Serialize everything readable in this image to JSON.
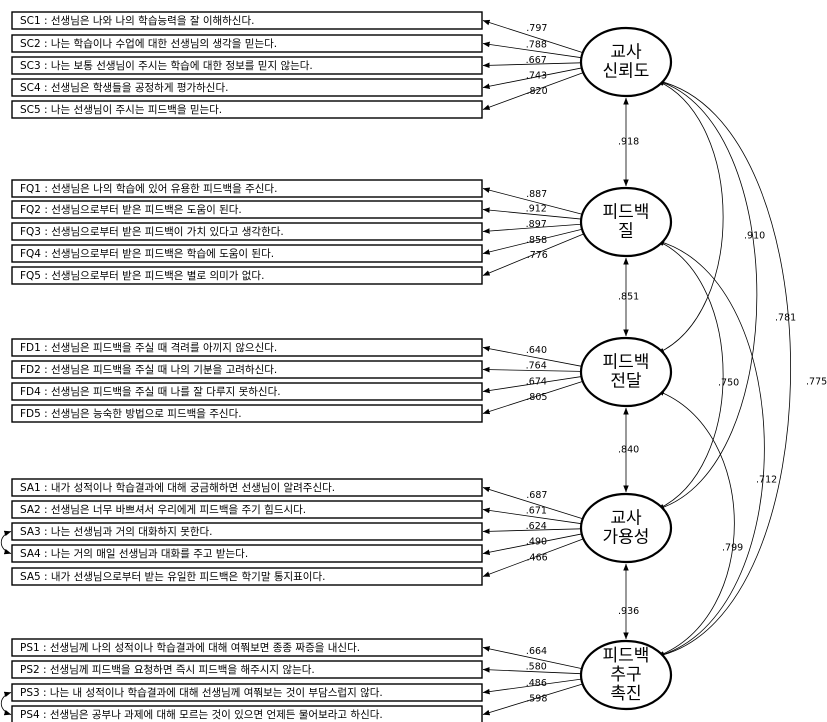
{
  "groups": [
    {
      "factor": [
        "교사",
        "신뢰도"
      ],
      "items": [
        {
          "code": "SC1",
          "text": "선생님은 나와 나의 학습능력을 잘 이해하신다.",
          "loading": ".797"
        },
        {
          "code": "SC2",
          "text": "나는 학습이나 수업에 대한 선생님의 생각을 믿는다.",
          "loading": ".788"
        },
        {
          "code": "SC3",
          "text": "나는 보통 선생님이 주시는 학습에 대한 정보를 믿지 않는다.",
          "loading": ".667"
        },
        {
          "code": "SC4",
          "text": "선생님은 학생들을 공정하게 평가하신다.",
          "loading": ".743"
        },
        {
          "code": "SC5",
          "text": "나는 선생님이 주시는 피드백을 믿는다.",
          "loading": ".820"
        }
      ]
    },
    {
      "factor": [
        "피드백",
        "질"
      ],
      "items": [
        {
          "code": "FQ1",
          "text": "선생님은 나의 학습에 있어 유용한 피드백을 주신다.",
          "loading": ".887"
        },
        {
          "code": "FQ2",
          "text": "선생님으로부터 받은 피드백은 도움이 된다.",
          "loading": ".912"
        },
        {
          "code": "FQ3",
          "text": "선생님으로부터 받은 피드백이 가치 있다고 생각한다.",
          "loading": ".897"
        },
        {
          "code": "FQ4",
          "text": "선생님으로부터 받은 피드백은 학습에 도움이 된다.",
          "loading": ".858"
        },
        {
          "code": "FQ5",
          "text": "선생님으로부터 받은 피드백은 별로 의미가 없다.",
          "loading": ".776"
        }
      ]
    },
    {
      "factor": [
        "피드백",
        "전달"
      ],
      "items": [
        {
          "code": "FD1",
          "text": "선생님은 피드백을 주실 때 격려를 아끼지 않으신다.",
          "loading": ".640"
        },
        {
          "code": "FD2",
          "text": "선생님은 피드백을 주실 때 나의 기분을 고려하신다.",
          "loading": ".764"
        },
        {
          "code": "FD4",
          "text": "선생님은 피드백을 주실 때 나를 잘 다루지 못하신다.",
          "loading": ".674"
        },
        {
          "code": "FD5",
          "text": "선생님은 능숙한 방법으로 피드백을 주신다.",
          "loading": ".805"
        }
      ]
    },
    {
      "factor": [
        "교사",
        "가용성"
      ],
      "items": [
        {
          "code": "SA1",
          "text": "내가 성적이나 학습결과에 대해 궁금해하면 선생님이 알려주신다.",
          "loading": ".687"
        },
        {
          "code": "SA2",
          "text": "선생님은 너무 바쁘셔서 우리에게 피드백을 주기 힘드시다.",
          "loading": ".671"
        },
        {
          "code": "SA3",
          "text": "나는 선생님과 거의 대화하지 못한다.",
          "loading": ".624"
        },
        {
          "code": "SA4",
          "text": "나는 거의 매일 선생님과 대화를 주고 받는다.",
          "loading": ".490"
        },
        {
          "code": "SA5",
          "text": "내가 선생님으로부터 받는 유일한 피드백은 학기말 통지표이다.",
          "loading": ".466"
        }
      ]
    },
    {
      "factor": [
        "피드백",
        "추구",
        "촉진"
      ],
      "items": [
        {
          "code": "PS1",
          "text": "선생님께 나의 성적이나 학습결과에 대해 여쭤보면 종종 짜증을 내신다.",
          "loading": ".664"
        },
        {
          "code": "PS2",
          "text": "선생님께 피드백을 요청하면 즉시 피드백을 해주시지 않는다.",
          "loading": ".580"
        },
        {
          "code": "PS3",
          "text": "나는 내 성적이나 학습결과에 대해 선생님께 여쭤보는 것이 부담스럽지 않다.",
          "loading": ".486"
        },
        {
          "code": "PS4",
          "text": "선생님은 공부나 과제에 대해 모르는 것이 있으면 언제든 물어보라고 하신다.",
          "loading": ".598"
        }
      ]
    }
  ],
  "adjacent_correlations": [
    ".918",
    ".851",
    ".840",
    ".936"
  ],
  "outer_correlations": [
    {
      "from": 0,
      "to": 2,
      "value": ".910"
    },
    {
      "from": 0,
      "to": 3,
      "value": ".781"
    },
    {
      "from": 0,
      "to": 4,
      "value": ".775"
    },
    {
      "from": 1,
      "to": 3,
      "value": ".750"
    },
    {
      "from": 1,
      "to": 4,
      "value": ".712"
    },
    {
      "from": 2,
      "to": 4,
      "value": ".799"
    }
  ],
  "error_covariances": [
    {
      "items": [
        "SA3",
        "SA4"
      ]
    },
    {
      "items": [
        "PS3",
        "PS4"
      ]
    }
  ],
  "colors": {
    "line": "#000000",
    "background": "#ffffff",
    "text": "#000000"
  }
}
